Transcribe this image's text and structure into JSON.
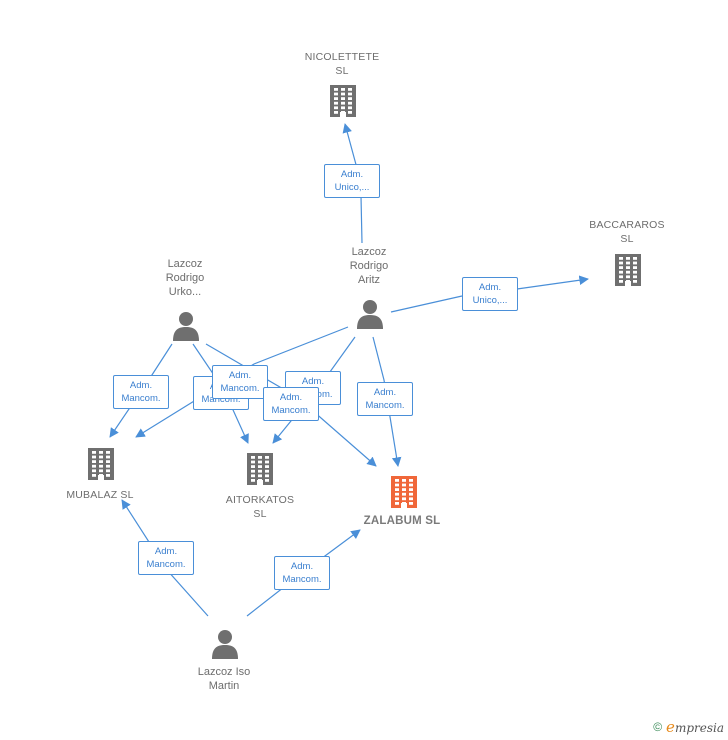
{
  "colors": {
    "edge": "#4a8fd8",
    "company": "#6f6f6f",
    "focus_company": "#f0673a",
    "person": "#6f6f6f"
  },
  "nodes": {
    "nicolettete": {
      "type": "company",
      "icon": "building-icon",
      "lines": [
        "NICOLETTETE",
        "SL"
      ]
    },
    "baccararos": {
      "type": "company",
      "icon": "building-icon",
      "lines": [
        "BACCARAROS",
        "SL"
      ]
    },
    "mubalaz": {
      "type": "company",
      "icon": "building-icon",
      "lines": [
        "MUBALAZ  SL"
      ]
    },
    "aitorkatos": {
      "type": "company",
      "icon": "building-icon",
      "lines": [
        "AITORKATOS",
        "SL"
      ]
    },
    "zalabum": {
      "type": "company",
      "icon": "building-icon",
      "focus": true,
      "lines": [
        "ZALABUM  SL"
      ]
    },
    "aritz": {
      "type": "person",
      "icon": "person-icon",
      "lines": [
        "Lazcoz",
        "Rodrigo",
        "Aritz"
      ]
    },
    "urko": {
      "type": "person",
      "icon": "person-icon",
      "lines": [
        "Lazcoz",
        "Rodrigo",
        "Urko..."
      ]
    },
    "iso": {
      "type": "person",
      "icon": "person-icon",
      "lines": [
        "Lazcoz Iso",
        "Martin"
      ]
    }
  },
  "edges": [
    {
      "id": "aritz-nicolettete",
      "lines": [
        "Adm.",
        "Unico,..."
      ]
    },
    {
      "id": "aritz-baccararos",
      "lines": [
        "Adm.",
        "Unico,..."
      ]
    },
    {
      "id": "aritz-zalabum",
      "lines": [
        "Adm.",
        "Mancom."
      ]
    },
    {
      "id": "aritz-aitorkatos",
      "lines": [
        "Adm.",
        "Mancom."
      ]
    },
    {
      "id": "aritz-mubalaz",
      "lines": [
        "Adm.",
        "Mancom."
      ]
    },
    {
      "id": "urko-mubalaz",
      "lines": [
        "Adm.",
        "Mancom."
      ]
    },
    {
      "id": "urko-aitorkatos",
      "lines": [
        "Adm.",
        "Mancom."
      ]
    },
    {
      "id": "urko-zalabum",
      "lines": [
        "Adm.",
        "Mancom."
      ]
    },
    {
      "id": "iso-mubalaz",
      "lines": [
        "Adm.",
        "Mancom."
      ]
    },
    {
      "id": "iso-zalabum",
      "lines": [
        "Adm.",
        "Mancom."
      ]
    }
  ],
  "footer": {
    "copyright": "©",
    "brand_initial": "e",
    "brand_rest": "mpresia"
  }
}
